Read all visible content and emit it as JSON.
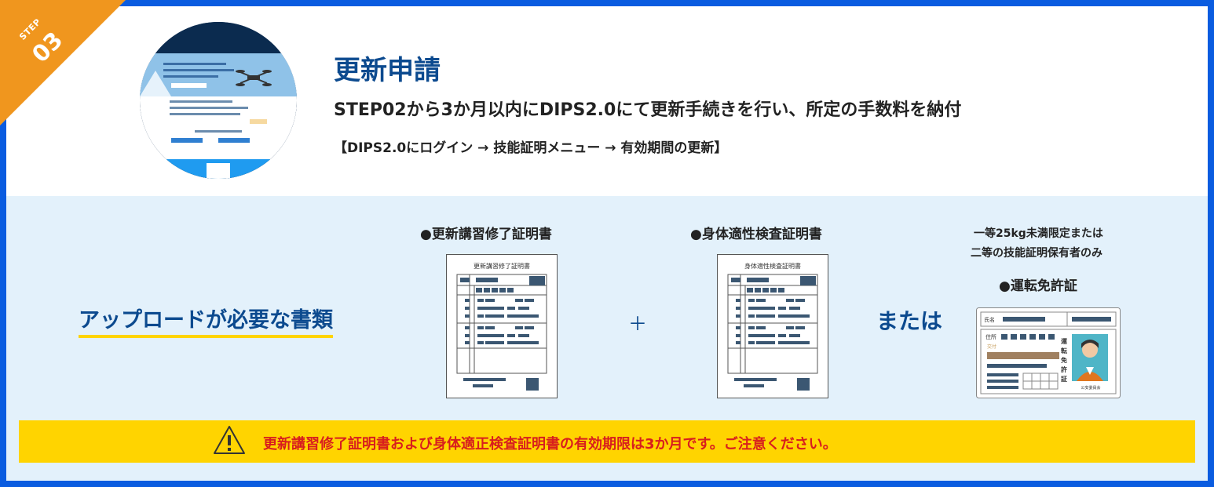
{
  "step": {
    "label": "STEP",
    "number": "03"
  },
  "header": {
    "title": "更新申請",
    "subtitle": "STEP02から3か月以内にDIPS2.0にて更新手続きを行い、所定の手数料を納付",
    "path": "【DIPS2.0にログイン → 技能証明メニュー → 有効期間の更新】"
  },
  "documents": {
    "section_label": "アップロードが必要な書類",
    "plus": "＋",
    "or": "または",
    "cert1": {
      "title": "●更新講習修了証明書",
      "form_title": "更新講習修了証明書"
    },
    "cert2": {
      "title": "●身体適性検査証明書",
      "form_title": "身体適性検査証明書"
    },
    "license": {
      "note_line1": "一等25kg未満限定または",
      "note_line2": "二等の技能証明保有者のみ",
      "title": "●運転免許証",
      "name_label": "氏名",
      "address_label": "住所",
      "issued_label": "交付",
      "vertical_label": "運転免許証",
      "issuer": "公安委員会"
    }
  },
  "warning": {
    "text": "更新講習修了証明書および身体適正検査証明書の有効期限は3か月です。ご注意ください。",
    "icon": "warning-triangle-icon"
  },
  "colors": {
    "accent": "#0c4a8f",
    "border": "#0a5ce0",
    "ribbon": "#f0961e",
    "highlight": "#ffd400",
    "warning_text": "#d81e1e"
  }
}
